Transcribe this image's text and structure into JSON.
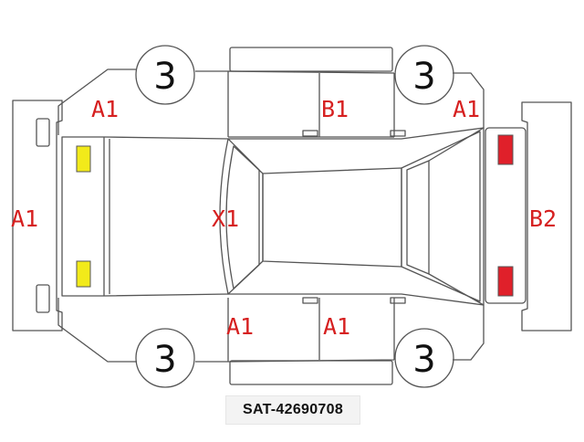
{
  "colors": {
    "outline": "#555555",
    "label": "#d62020",
    "yellow_marker": "#f2ea1a",
    "red_marker": "#e0202a",
    "tire_text": "#111111"
  },
  "damage_codes": {
    "rear_bumper": "A1",
    "left_rear_fender": "A1",
    "left_doors": "B1",
    "left_front_fender": "A1",
    "roof": "X1",
    "front_bumper": "B2",
    "right_rear_door": "A1",
    "right_front_door": "A1"
  },
  "tires": {
    "left_rear": "3",
    "left_front": "3",
    "right_rear": "3",
    "right_front": "3"
  },
  "caption": "SAT-42690708"
}
